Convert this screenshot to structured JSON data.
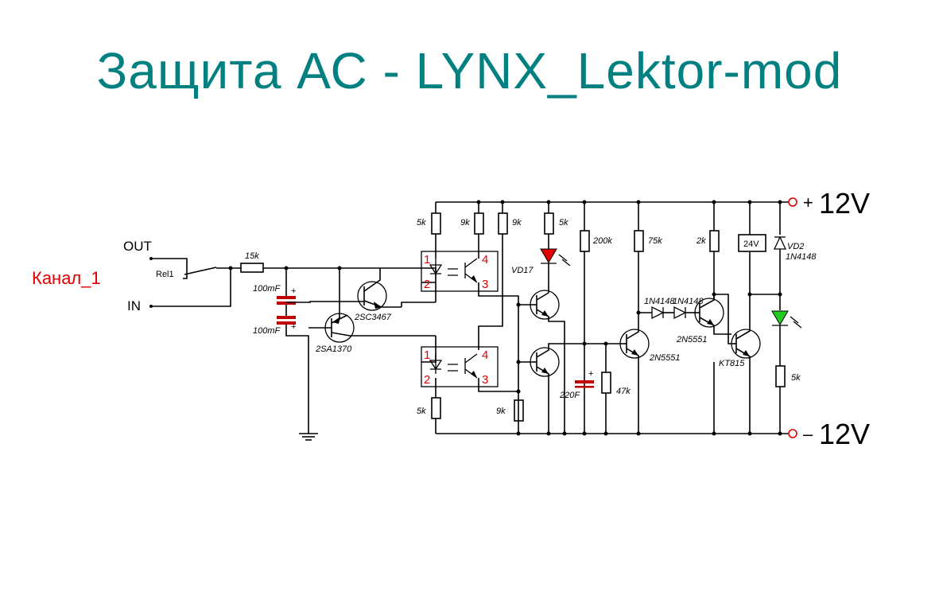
{
  "title": "Защита АС - LYNX_Lektor-mod",
  "channel_label": "Канал_1",
  "ports": {
    "out": "OUT",
    "in": "IN",
    "vpos": "12V",
    "vneg": "12V",
    "plus_sign": "+",
    "minus_sign": "–"
  },
  "relay": {
    "label": "Rel1"
  },
  "resistors": {
    "r_in": "15k",
    "r_opto1_top": "5k",
    "r_opto1_col": "9k",
    "r_opto2_col": "9k",
    "r_led": "5k",
    "r_200k": "200k",
    "r_75k": "75k",
    "r_2k": "2k",
    "r_opto2_bot": "5k",
    "r_9k_bot": "9k",
    "r_47k": "47k",
    "r_led_green": "5k"
  },
  "capacitors": {
    "c1": "100mF",
    "c2": "100mF",
    "c3": "220F"
  },
  "transistors": {
    "q1": "2SC3467",
    "q2": "2SA1370",
    "q3": "2N5551",
    "q4": "2N5551",
    "q5": "KT815"
  },
  "diodes": {
    "vd17": "VD17",
    "d1": "1N4148",
    "d2": "1N4148",
    "vd2": "VD2",
    "vd2_type": "1N4148"
  },
  "relay_coil": "24V",
  "optocoupler_pins": [
    "1",
    "2",
    "3",
    "4"
  ],
  "colors": {
    "title": "#008080",
    "channel": "#e00000",
    "pins": "#e00000",
    "led_red": "#e00000",
    "led_green": "#22cc22",
    "capacitor": "#c00000"
  }
}
